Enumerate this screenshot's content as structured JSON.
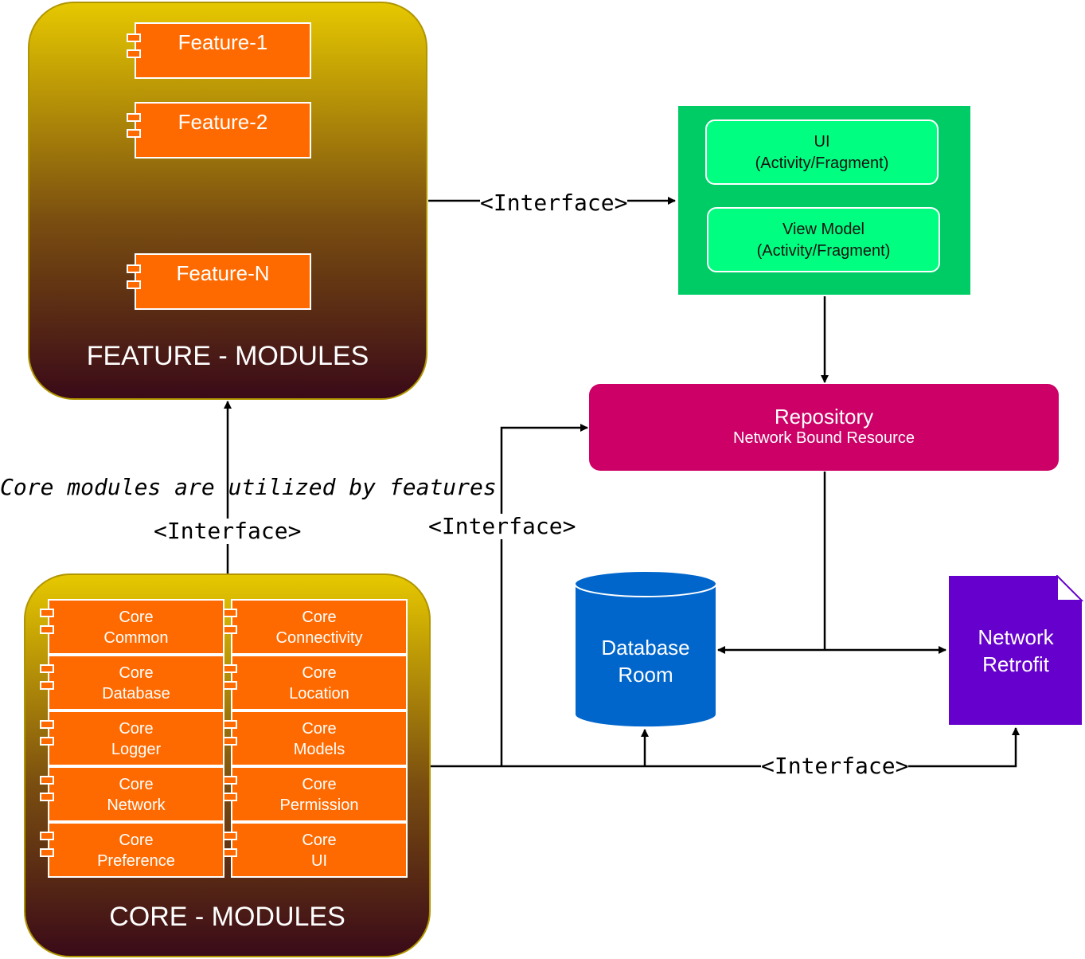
{
  "feature_modules": {
    "title": "FEATURE - MODULES",
    "items": [
      "Feature-1",
      "Feature-2",
      "Feature-N"
    ]
  },
  "core_modules": {
    "title": "CORE - MODULES",
    "left_column": [
      {
        "line1": "Core",
        "line2": "Common"
      },
      {
        "line1": "Core",
        "line2": "Database"
      },
      {
        "line1": "Core",
        "line2": "Logger"
      },
      {
        "line1": "Core",
        "line2": "Network"
      },
      {
        "line1": "Core",
        "line2": "Preference"
      }
    ],
    "right_column": [
      {
        "line1": "Core",
        "line2": "Connectivity"
      },
      {
        "line1": "Core",
        "line2": "Location"
      },
      {
        "line1": "Core",
        "line2": "Models"
      },
      {
        "line1": "Core",
        "line2": "Permission"
      },
      {
        "line1": "Core",
        "line2": "UI"
      }
    ]
  },
  "mvvm": {
    "ui": {
      "line1": "UI",
      "line2": "(Activity/Fragment)"
    },
    "view_model": {
      "line1": "View Model",
      "line2": "(Activity/Fragment)"
    }
  },
  "repository": {
    "title": "Repository",
    "subtitle": "Network Bound Resource"
  },
  "database": {
    "line1": "Database",
    "line2": "Room"
  },
  "network": {
    "line1": "Network",
    "line2": "Retrofit"
  },
  "edge_labels": {
    "feature_to_ui": "<Interface>",
    "core_to_feature": "<Interface>",
    "core_to_repository": "<Interface>",
    "core_to_network": "<Interface>"
  },
  "caption": "Core modules are utilized by features",
  "colors": {
    "module_orange": "#ff6a00",
    "group_gold": "#e6c800",
    "group_dark": "#3a0a18",
    "mvvm_green": "#00cc66",
    "mvvm_item_green": "#00ff80",
    "repository_magenta": "#cc0066",
    "database_blue": "#0066cc",
    "network_purple": "#6600cc"
  }
}
